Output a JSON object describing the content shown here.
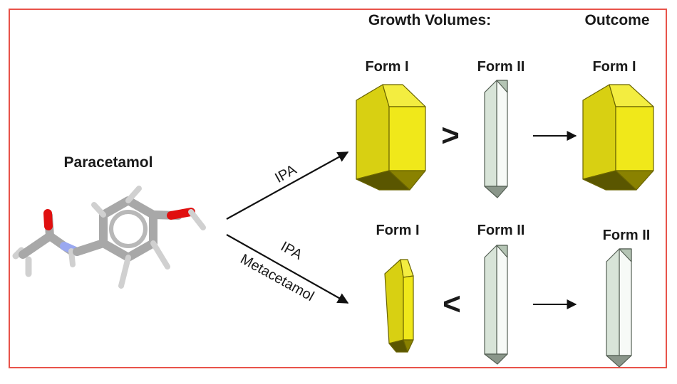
{
  "heading_growth": "Growth Volumes:",
  "heading_outcome": "Outcome",
  "molecule_label": "Paracetamol",
  "top_route": {
    "solvent": "IPA"
  },
  "bottom_route": {
    "solvent": "IPA",
    "additive": "Metacetamol"
  },
  "top_row": {
    "form_a": "Form I",
    "form_b": "Form II",
    "comparison": ">",
    "outcome": "Form I"
  },
  "bottom_row": {
    "form_a": "Form I",
    "form_b": "Form II",
    "comparison": "<",
    "outcome": "Form II"
  },
  "colors": {
    "frame": "#e8534a",
    "form1_crystal": "#f0e81a",
    "form2_crystal": "#e8eee8",
    "oxygen": "#e01010",
    "nitrogen": "#9aa8f0",
    "carbon": "#a8a8a8"
  }
}
